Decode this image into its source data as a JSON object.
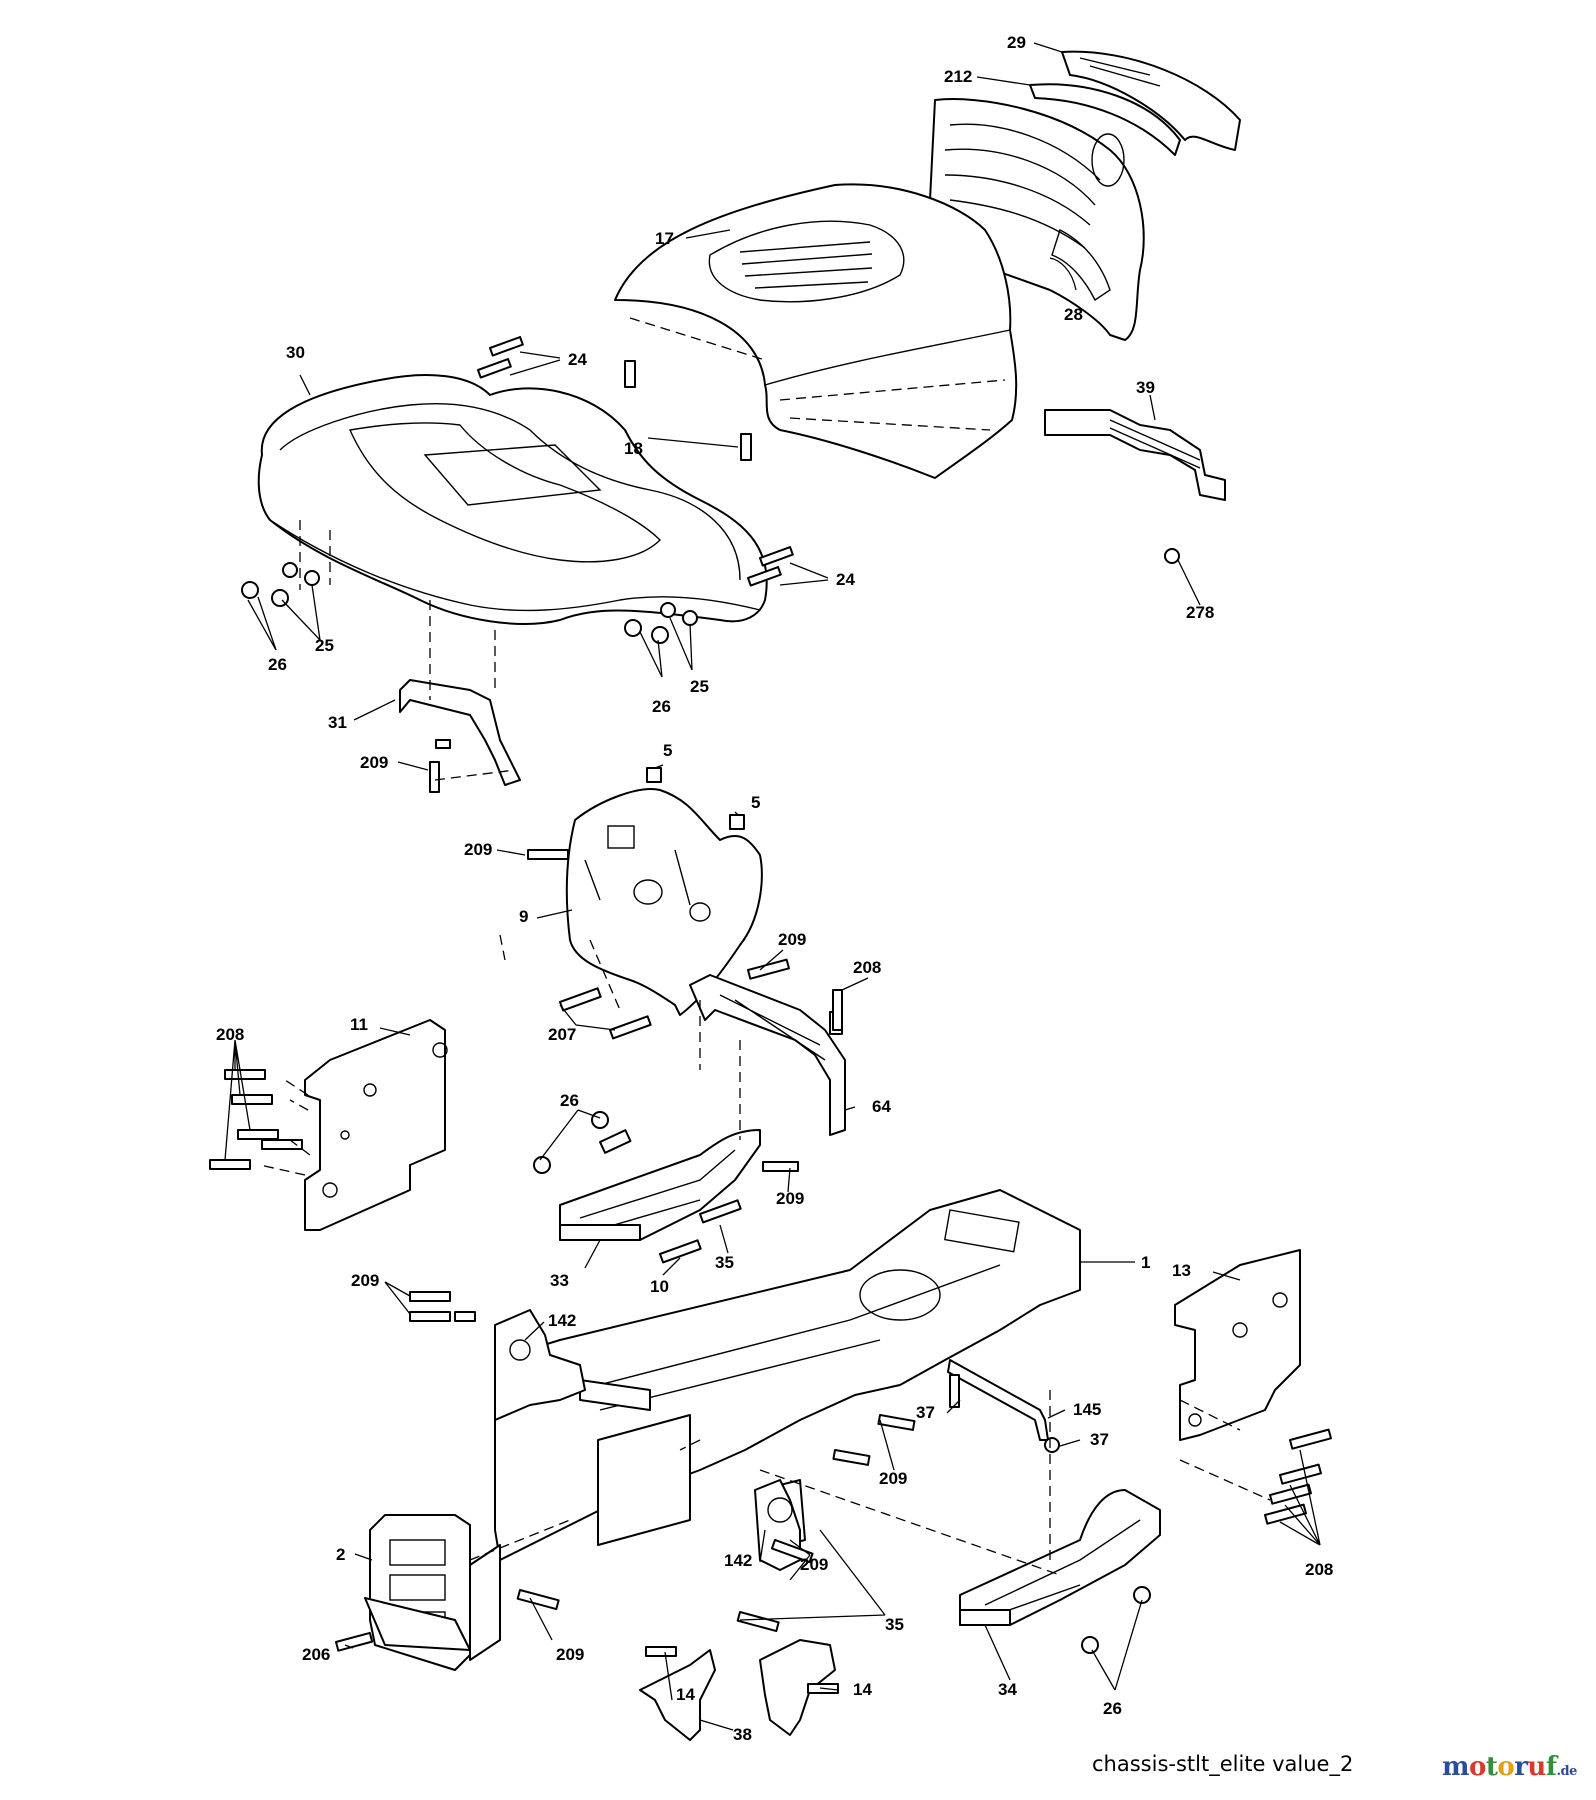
{
  "diagram": {
    "labels": [
      "29",
      "212",
      "17",
      "28",
      "30",
      "24",
      "18",
      "39",
      "24",
      "278",
      "26",
      "25",
      "26",
      "25",
      "31",
      "209",
      "5",
      "5",
      "209",
      "9",
      "209",
      "208",
      "207",
      "208",
      "11",
      "64",
      "26",
      "209",
      "33",
      "35",
      "10",
      "1",
      "13",
      "209",
      "142",
      "37",
      "145",
      "37",
      "209",
      "208",
      "2",
      "142",
      "209",
      "35",
      "206",
      "209",
      "14",
      "14",
      "34",
      "26",
      "38"
    ]
  },
  "footer": {
    "caption": "chassis-stlt_elite value_2"
  },
  "brand": {
    "part1": "m",
    "part2": "o",
    "part3": "t",
    "part4": "o",
    "part5": "r",
    "part6": "u",
    "part7": "f",
    "suffix": ".de"
  }
}
